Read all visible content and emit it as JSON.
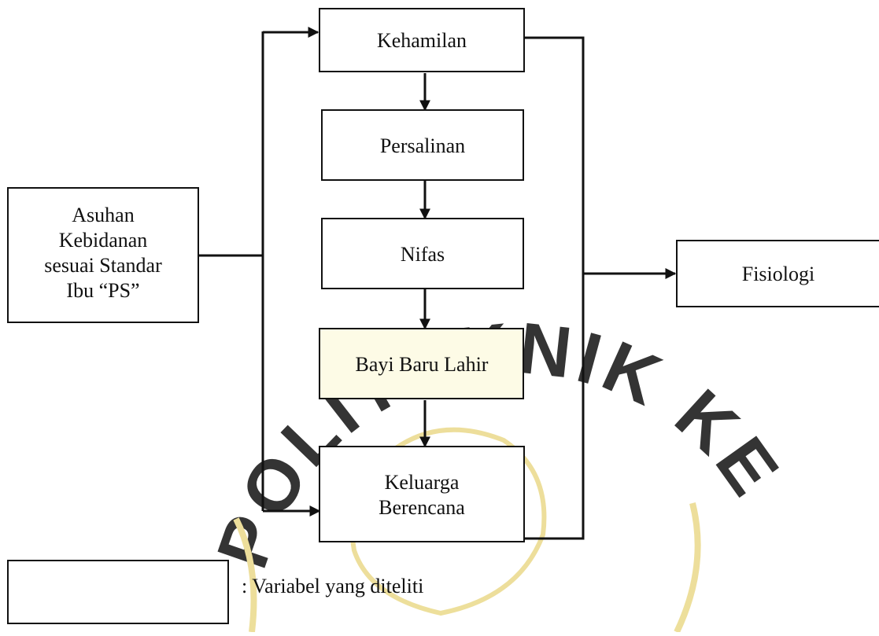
{
  "colors": {
    "line": "#111111",
    "box_fill": "#ffffff",
    "highlight_fill": "#fdfbe6",
    "watermark": "#f2e6a4",
    "watermark_stroke": "#ead98a"
  },
  "watermark": {
    "text": "POLITEKNIK KESEHATAN"
  },
  "nodes": {
    "asuhan": {
      "lines": [
        "Asuhan",
        "Kebidanan",
        "sesuai Standar",
        "Ibu “PS”"
      ]
    },
    "kehamilan": {
      "lines": [
        "Kehamilan"
      ]
    },
    "persalinan": {
      "lines": [
        "Persalinan"
      ]
    },
    "nifas": {
      "lines": [
        "Nifas"
      ]
    },
    "bayi": {
      "lines": [
        "Bayi Baru Lahir"
      ]
    },
    "kb": {
      "lines": [
        "Keluarga",
        "Berencana"
      ]
    },
    "fisiologi": {
      "lines": [
        "Fisiologi"
      ]
    }
  },
  "legend": {
    "label": ": Variabel yang diteliti"
  }
}
